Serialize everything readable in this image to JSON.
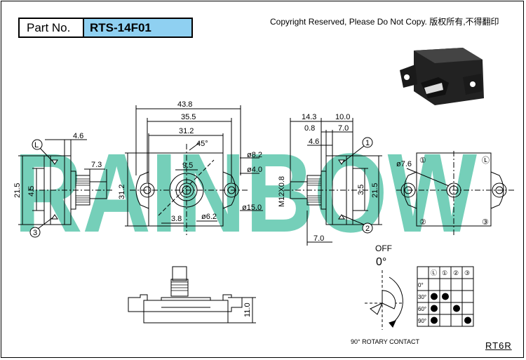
{
  "part_label": "Part No.",
  "part_number": "RTS-14F01",
  "copyright": "Copyright Reserved, Please Do Not Copy. 版权所有,不得翻印",
  "drawing_code": "RT6R",
  "watermark": "RAINBOW",
  "accent_color": "#8fd0f1",
  "watermark_color": "#5ec7ad",
  "side_view_dims": {
    "d46": "4.6",
    "d73": "7.3",
    "d45": "4.5",
    "d215": "21.5"
  },
  "front_view_dims": {
    "d438": "43.8",
    "d355": "35.5",
    "d312": "31.2",
    "d45deg": "45°",
    "d95": "9.5",
    "d82": "ø8.2",
    "d40": "ø4.0",
    "d150": "ø15.0",
    "d38": "3.8",
    "d62": "ø6.2",
    "d312v": "31.2"
  },
  "side2_dims": {
    "d143": "14.3",
    "d100": "10.0",
    "d08": "0.8",
    "d70": "7.0",
    "d46": "4.6",
    "d35": "3.5",
    "d215": "21.5",
    "thread": "M12X0.8",
    "d70b": "7.0"
  },
  "rear_view_dims": {
    "d76": "ø7.6"
  },
  "bottom_view_dims": {
    "d110": "11.0"
  },
  "rotary": {
    "off_label": "OFF",
    "zero_label": "0°",
    "caption": "90° ROTARY CONTACT"
  },
  "circle_labels": {
    "c1": "①",
    "c2": "②",
    "c3": "③",
    "cL": "Ⓛ"
  },
  "contact_table": {
    "header": [
      "",
      "Ⓛ",
      "①",
      "②",
      "③"
    ],
    "rows": [
      {
        "angle": "0°",
        "dots": [
          false,
          false,
          false,
          false
        ]
      },
      {
        "angle": "30°",
        "dots": [
          true,
          true,
          false,
          false
        ]
      },
      {
        "angle": "60°",
        "dots": [
          true,
          false,
          true,
          false
        ]
      },
      {
        "angle": "90°",
        "dots": [
          true,
          false,
          false,
          true
        ]
      }
    ]
  }
}
